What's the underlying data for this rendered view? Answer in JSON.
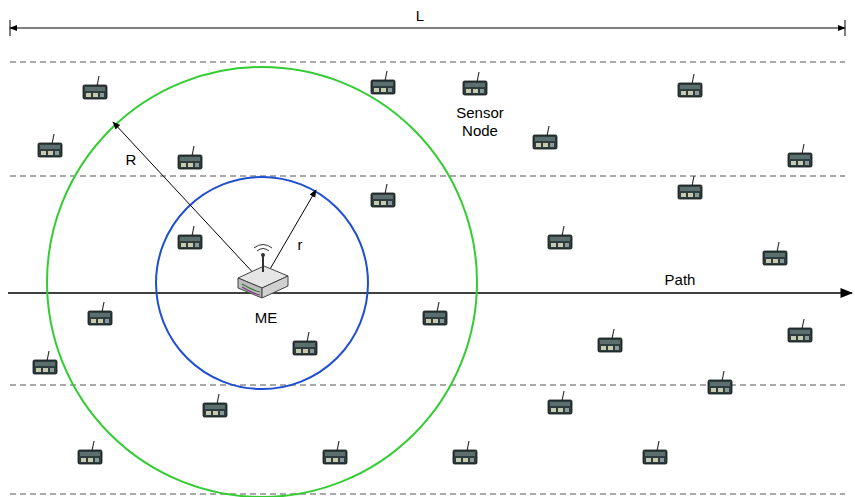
{
  "diagram": {
    "labels": [
      "L",
      "R",
      "r",
      "Sensor Node",
      "ME",
      "Path"
    ]
  }
}
